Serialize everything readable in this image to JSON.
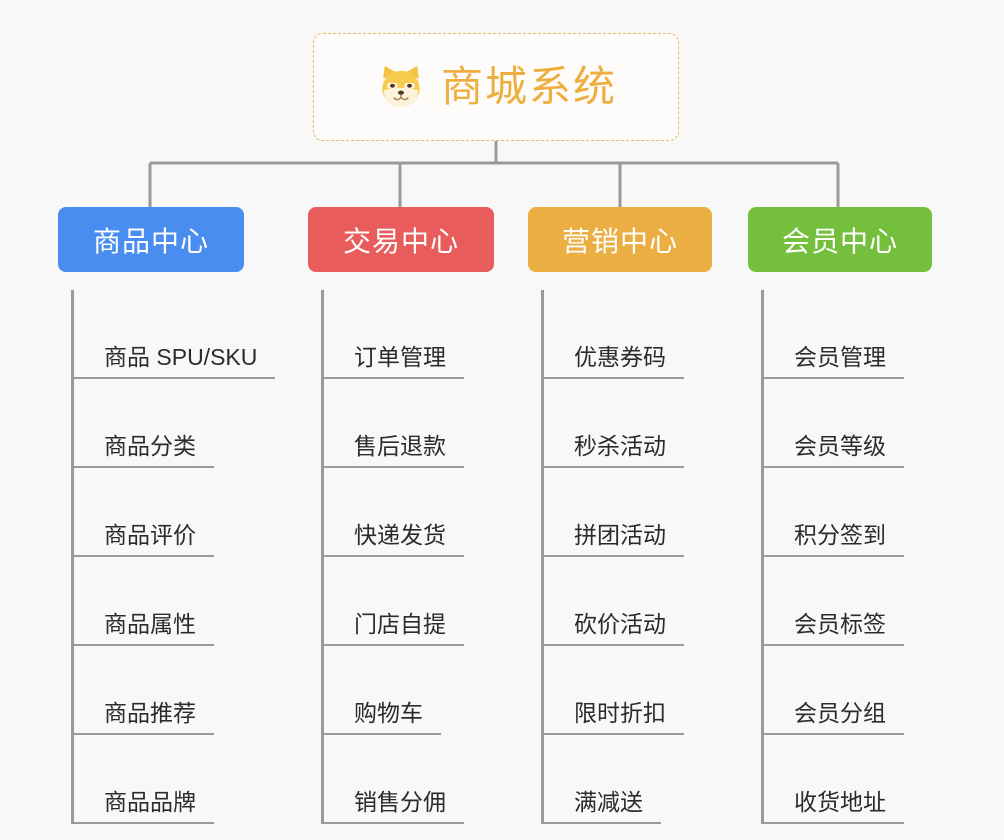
{
  "diagram": {
    "type": "organization-tree",
    "background_color": "#f8f8f8",
    "root": {
      "label": "商城系统",
      "icon": "shiba-dog-emoji",
      "text_color": "#eeae3f",
      "border_color": "#e6b860",
      "border_style": "dashed"
    },
    "connector_color": "#9a9a9a",
    "categories": [
      {
        "label": "商品中心",
        "color": "#4a8df0",
        "text_color": "#ffffff",
        "items": [
          "商品 SPU/SKU",
          "商品分类",
          "商品评价",
          "商品属性",
          "商品推荐",
          "商品品牌"
        ]
      },
      {
        "label": "交易中心",
        "color": "#e95c5c",
        "text_color": "#ffffff",
        "items": [
          "订单管理",
          "售后退款",
          "快递发货",
          "门店自提",
          "购物车",
          "销售分佣"
        ]
      },
      {
        "label": "营销中心",
        "color": "#eaae42",
        "text_color": "#ffffff",
        "items": [
          "优惠券码",
          "秒杀活动",
          "拼团活动",
          "砍价活动",
          "限时折扣",
          "满减送"
        ]
      },
      {
        "label": "会员中心",
        "color": "#74c03c",
        "text_color": "#ffffff",
        "items": [
          "会员管理",
          "会员等级",
          "积分签到",
          "会员标签",
          "会员分组",
          "收货地址"
        ]
      }
    ]
  }
}
